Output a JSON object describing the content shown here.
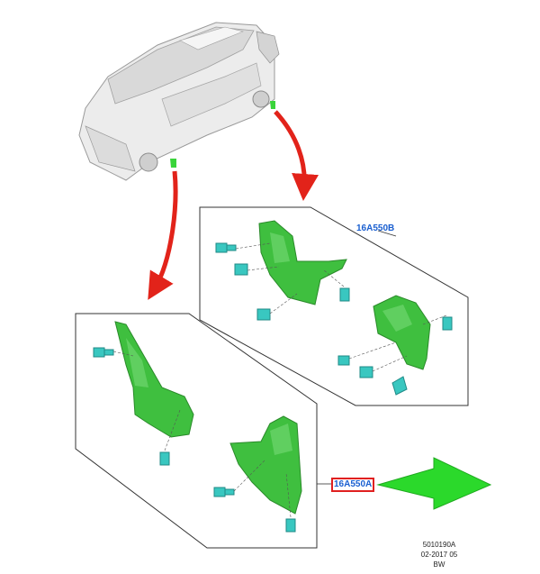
{
  "callouts": {
    "rear_part": "16A550B",
    "front_part": "16A550A"
  },
  "footer": {
    "diagram_id": "5010190A",
    "date_code": "02-2017 05",
    "variant": "BW"
  },
  "colors": {
    "part_green": "#3fbf3f",
    "fastener_teal": "#39c7c0",
    "arrow_red": "#e2231a",
    "pointer_green": "#2bd92b",
    "callout_blue": "#1a5fd0",
    "callout_box_red": "#e02020",
    "vehicle_grey": "#e8e8e8"
  },
  "icons": [
    "vehicle-outline",
    "mud-flap",
    "push-clip",
    "screw",
    "retainer-clip"
  ]
}
